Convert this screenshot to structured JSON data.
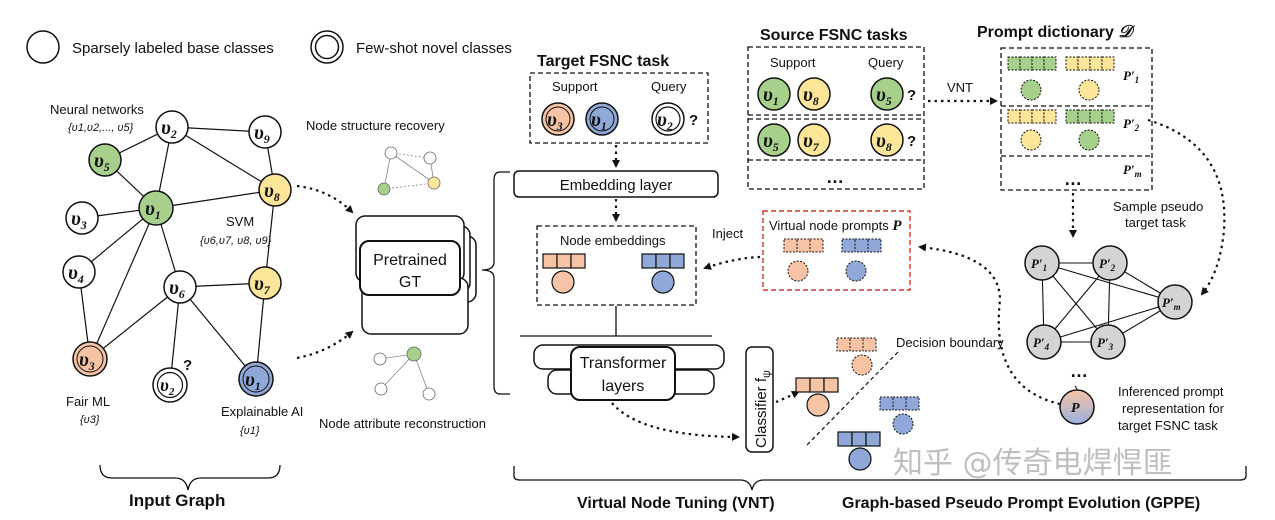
{
  "legend": {
    "base": "Sparsely labeled base classes",
    "novel": "Few-shot novel classes"
  },
  "graph": {
    "title": "Input Graph",
    "nodes": {
      "u1": {
        "sym": "υ",
        "sub": "1"
      },
      "u2": {
        "sym": "υ",
        "sub": "2"
      },
      "u3": {
        "sym": "υ",
        "sub": "3"
      },
      "u4": {
        "sym": "υ",
        "sub": "4"
      },
      "u5": {
        "sym": "υ",
        "sub": "5"
      },
      "u6": {
        "sym": "υ",
        "sub": "6"
      },
      "u7": {
        "sym": "υ",
        "sub": "7"
      },
      "u8": {
        "sym": "υ",
        "sub": "8"
      },
      "u9": {
        "sym": "υ",
        "sub": "9"
      },
      "u2_unknown": {
        "sym": "υ",
        "sub": "2"
      }
    },
    "qmark": "?",
    "labels": {
      "nn": "Neural networks",
      "nn_set": "{υ1,υ2,..., υ5}",
      "svm": "SVM",
      "svm_set": "{υ6,υ7, υ8, υ9}",
      "fair": "Fair ML",
      "fair_set": "{υ3}",
      "xai": "Explainable AI",
      "xai_set": "{υ1}"
    }
  },
  "pretrain": {
    "box": [
      "Pretrained",
      "GT"
    ],
    "structure": "Node structure recovery",
    "attribute": "Node attribute reconstruction"
  },
  "target": {
    "title": "Target FSNC task",
    "support": "Support",
    "query": "Query",
    "embedding_layer": "Embedding layer",
    "node_embeddings": "Node embeddings",
    "inject": "Inject",
    "virtual_prompts": "Virtual node prompts",
    "virtual_prompts_sym": "P",
    "transformer": [
      "Transformer",
      "layers"
    ],
    "classifier": "Classifier f",
    "classifier_sub": "ψ",
    "decision": "Decision boundary"
  },
  "source": {
    "title": "Source FSNC tasks",
    "support": "Support",
    "query": "Query",
    "dots": "…",
    "vnt": "VNT"
  },
  "dictionary": {
    "title": "Prompt dictionary",
    "sym": "𝒟",
    "p1": "P′1",
    "p2": "P′2",
    "pm": "P′m",
    "dots": "…"
  },
  "gppe": {
    "sample": [
      "Sample pseudo",
      "target task"
    ],
    "nodes": {
      "p1": "P′1",
      "p2": "P′2",
      "pm": "P′m",
      "p3": "P′3",
      "p4": "P′4",
      "p": "P"
    },
    "dots": "…",
    "inferenced": [
      "Inferenced prompt",
      "representation for",
      "target FSNC task"
    ]
  },
  "bottom": {
    "vnt": "Virtual Node Tuning (VNT)",
    "gppe": "Graph-based Pseudo Prompt Evolution (GPPE)"
  },
  "watermark": "知乎 @传奇电焊悍匪",
  "colors": {
    "green": "#a7d08c",
    "yellow": "#fde59a",
    "orange": "#f6c4a4",
    "blue": "#8fa8d8",
    "gray": "#d4d4d4",
    "red_dash": "#d9302c"
  }
}
